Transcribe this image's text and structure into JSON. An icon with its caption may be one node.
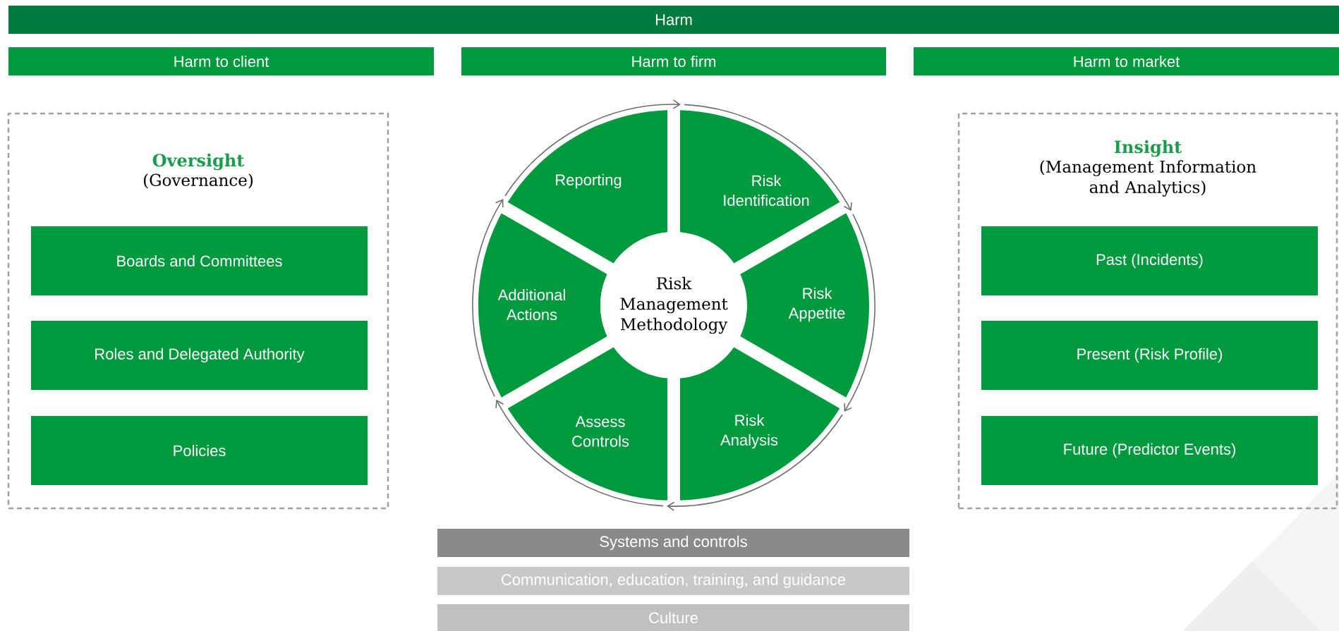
{
  "diagram": {
    "nodes": [
      {
        "text": [
          "Harm"
        ]
      },
      {
        "text": [
          "Harm to client"
        ]
      },
      {
        "text": [
          "Harm to firm"
        ]
      },
      {
        "text": [
          "Harm to market"
        ]
      },
      {
        "text": [
          "Oversight",
          "(Governance)"
        ]
      },
      {
        "text": [
          "Boards and Committees"
        ],
        "in": 4
      },
      {
        "text": [
          "Roles and Delegated Authority"
        ],
        "in": 4
      },
      {
        "text": [
          "Policies"
        ],
        "in": 4
      },
      {
        "text": [
          "Reporting"
        ]
      },
      {
        "text": [
          "Risk Identification"
        ]
      },
      {
        "text": [
          "Additional Actions"
        ]
      },
      {
        "text": [
          "Risk Management Methodology"
        ]
      },
      {
        "text": [
          "Risk Appetite"
        ]
      },
      {
        "text": [
          "Assess Controls"
        ]
      },
      {
        "text": [
          "Risk Analysis"
        ]
      },
      {
        "text": [
          "Insight",
          "(Management Information and Analytics)"
        ]
      },
      {
        "text": [
          "Past (Incidents)"
        ],
        "in": 15
      },
      {
        "text": [
          "Present (Risk Profile)"
        ],
        "in": 15
      },
      {
        "text": [
          "Future (Predictor Events)"
        ],
        "in": 15
      },
      {
        "text": [
          "Systems and controls"
        ]
      },
      {
        "text": [
          "Communication, education, training, and guidance"
        ]
      },
      {
        "text": [
          "Culture"
        ]
      }
    ],
    "edges": [
      {
        "from": 8,
        "to": 9,
        "arrow": "to"
      },
      {
        "from": 9,
        "to": 12,
        "arrow": "to"
      },
      {
        "from": 12,
        "to": 14,
        "arrow": "to"
      },
      {
        "from": 14,
        "to": 13,
        "arrow": "to"
      },
      {
        "from": 13,
        "to": 10,
        "arrow": "to"
      },
      {
        "from": 10,
        "to": 8,
        "arrow": "to"
      }
    ]
  }
}
